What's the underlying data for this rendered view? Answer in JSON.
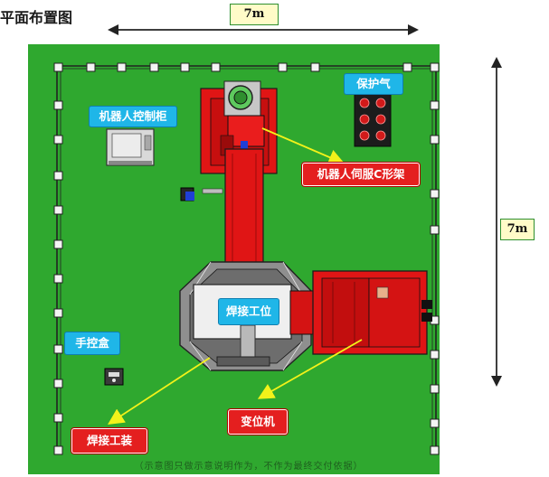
{
  "title": "平面布置图",
  "dimensions": {
    "width_label": "7m",
    "height_label": "7m"
  },
  "labels": {
    "robot_cabinet": "机器人控制柜",
    "protect_gas": "保护气",
    "servo_frame": "机器人伺服C形架",
    "weld_station": "焊接工位",
    "hand_box": "手控盒",
    "positioner": "变位机",
    "weld_fixture": "焊接工装"
  },
  "note": "（示意图只做示意说明作为，不作为最终交付依据）",
  "colors": {
    "floor": "#2fa82f",
    "equipment_red": "#e01515",
    "label_blue": "#1fb6e8",
    "label_red": "#e41f1f",
    "arrow": "#f2f21a"
  }
}
